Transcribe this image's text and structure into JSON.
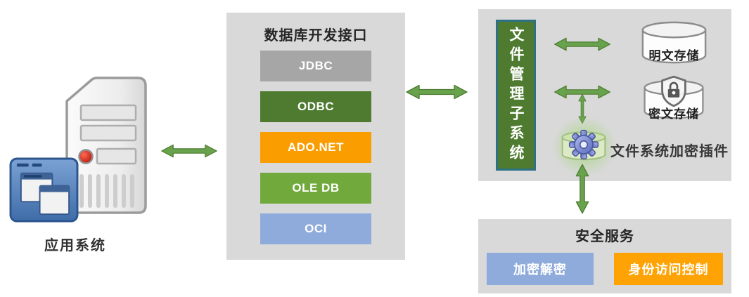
{
  "app_system": {
    "label": "应用系统"
  },
  "db_interface": {
    "title": "数据库开发接口",
    "items": [
      {
        "label": "JDBC",
        "color": "#a6a6a6"
      },
      {
        "label": "ODBC",
        "color": "#4e7b2f"
      },
      {
        "label": "ADO.NET",
        "color": "#fa9d00"
      },
      {
        "label": "OLE DB",
        "color": "#72a93d"
      },
      {
        "label": "OCI",
        "color": "#8fabdc"
      }
    ]
  },
  "file_subsystem": {
    "title": "文件管理子系统",
    "fill": "#4e7b2f",
    "border": "#2e7183"
  },
  "storages": {
    "plain": {
      "label": "明文存储"
    },
    "cipher": {
      "label": "密文存储"
    }
  },
  "plugin": {
    "label": "文件系统加密插件"
  },
  "security": {
    "title": "安全服务",
    "items": [
      {
        "label": "加密解密",
        "color": "#8fabdc"
      },
      {
        "label": "身份访问控制",
        "color": "#ffa305"
      }
    ]
  },
  "colors": {
    "panel_bg": "#d9d9d9",
    "arrow_fill": "#68a24c",
    "arrow_stroke": "#4c7a30"
  }
}
